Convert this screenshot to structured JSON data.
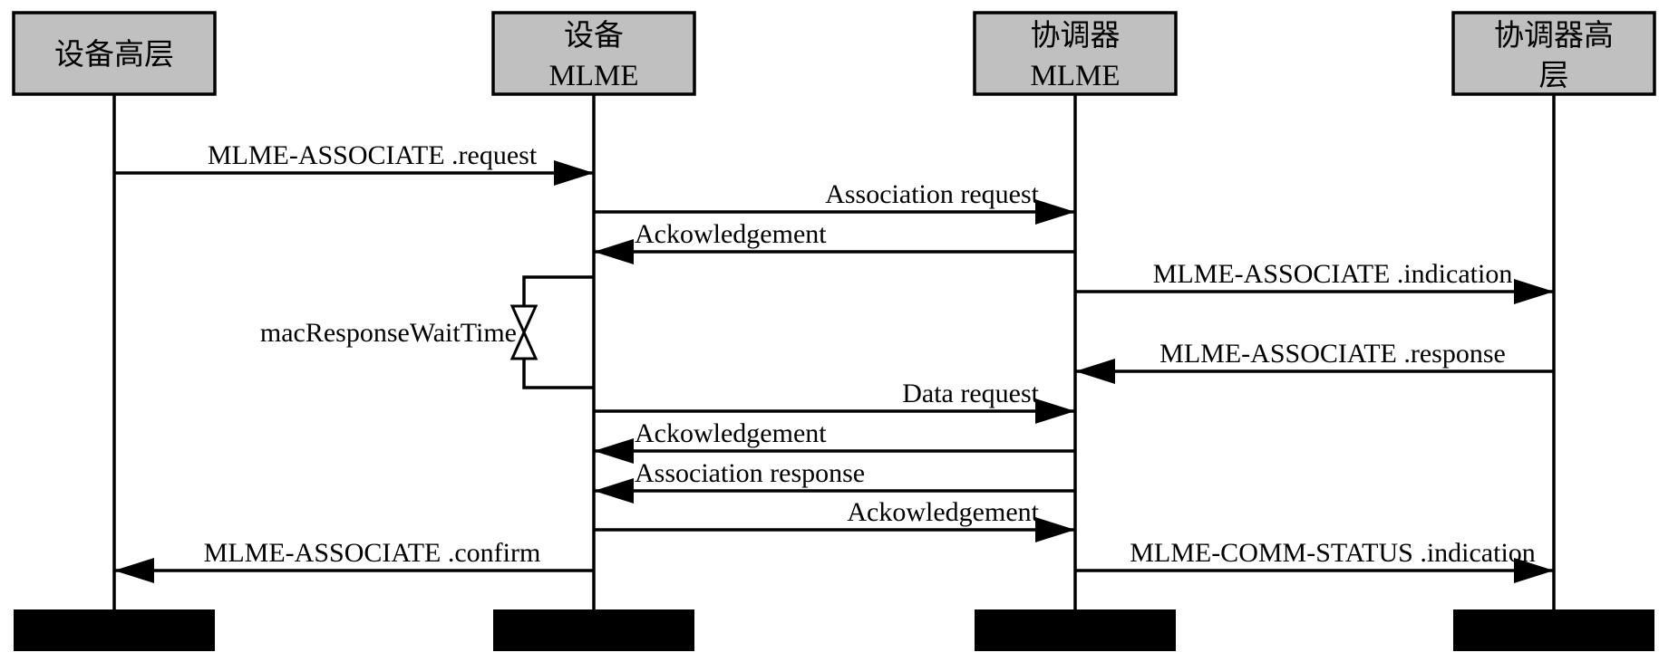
{
  "lifelines": [
    {
      "id": "dev-high",
      "lines": [
        "设备高层"
      ]
    },
    {
      "id": "dev-mlme",
      "lines": [
        "设备",
        "MLME"
      ]
    },
    {
      "id": "coord-mlme",
      "lines": [
        "协调器",
        "MLME"
      ]
    },
    {
      "id": "coord-high",
      "lines": [
        "协调器高",
        "层"
      ]
    }
  ],
  "messages": [
    {
      "from": 0,
      "to": 1,
      "label": "MLME-ASSOCIATE .request"
    },
    {
      "from": 1,
      "to": 2,
      "label": "Association request"
    },
    {
      "from": 2,
      "to": 1,
      "label": "Ackowledgement"
    },
    {
      "from": 2,
      "to": 3,
      "label": "MLME-ASSOCIATE .indication"
    },
    {
      "from": 3,
      "to": 2,
      "label": "MLME-ASSOCIATE .response"
    },
    {
      "from": 1,
      "to": 2,
      "label": "Data request"
    },
    {
      "from": 2,
      "to": 1,
      "label": "Ackowledgement"
    },
    {
      "from": 2,
      "to": 1,
      "label": "Association response"
    },
    {
      "from": 1,
      "to": 2,
      "label": "Ackowledgement"
    },
    {
      "from": 1,
      "to": 0,
      "label": "MLME-ASSOCIATE .confirm"
    },
    {
      "from": 2,
      "to": 3,
      "label": "MLME-COMM-STATUS .indication"
    }
  ],
  "timer": {
    "label": "macResponseWaitTime",
    "from_message": 2,
    "to_message": 5
  },
  "colors": {
    "header_fill": "#c0c0c0",
    "line": "#000000",
    "footer_fill": "#000000"
  }
}
